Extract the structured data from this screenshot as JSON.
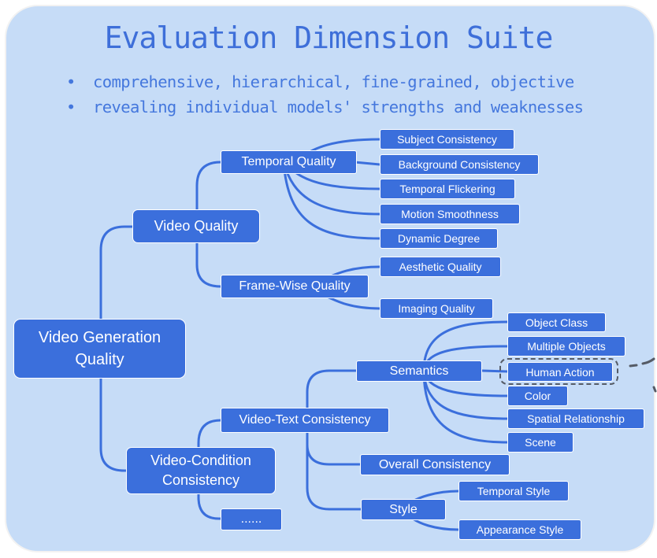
{
  "title": "Evaluation Dimension Suite",
  "bullets": [
    "comprehensive, hierarchical, fine-grained, objective",
    "revealing individual models' strengths and weaknesses"
  ],
  "nodes": {
    "root": "Video Generation Quality",
    "video_quality": "Video Quality",
    "temporal_quality": "Temporal Quality",
    "subject_consistency": "Subject Consistency",
    "background_consistency": "Background Consistency",
    "temporal_flickering": "Temporal Flickering",
    "motion_smoothness": "Motion Smoothness",
    "dynamic_degree": "Dynamic Degree",
    "frame_wise_quality": "Frame-Wise Quality",
    "aesthetic_quality": "Aesthetic Quality",
    "imaging_quality": "Imaging Quality",
    "video_condition_consistency": "Video-Condition Consistency",
    "video_text_consistency": "Video-Text Consistency",
    "semantics": "Semantics",
    "object_class": "Object Class",
    "multiple_objects": "Multiple Objects",
    "human_action": "Human Action",
    "color": "Color",
    "spatial_relationship": "Spatial Relationship",
    "scene": "Scene",
    "overall_consistency": "Overall Consistency",
    "style": "Style",
    "temporal_style": "Temporal Style",
    "appearance_style": "Appearance Style",
    "more": "......"
  },
  "colors": {
    "node_fill": "#3b6fdc",
    "connector": "#3b6fdc",
    "panel_bg": "#c6dcf7",
    "title_text": "#3e6fd9",
    "highlight_dash": "#555b66"
  }
}
